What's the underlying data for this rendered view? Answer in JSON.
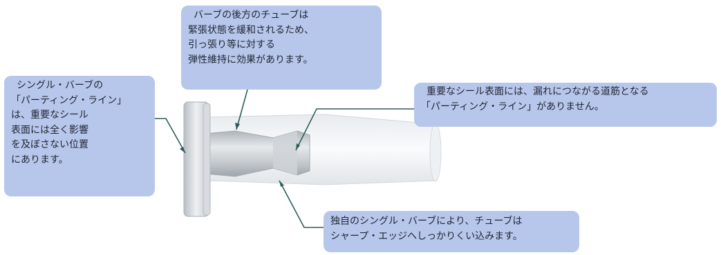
{
  "callouts": {
    "top": {
      "lines": [
        "バーブの後方のチューブは",
        "緊張状態を緩和されるため、",
        "引っ張り等に対する",
        "弾性維持に効果があります。"
      ]
    },
    "left": {
      "lines": [
        "シングル・バーブの",
        "「パーティング・ライン」",
        "は、重要なシール",
        "表面には全く影響",
        "を及ぼさない位置",
        "にあります。"
      ]
    },
    "right": {
      "lines": [
        "重要なシール表面には、漏れにつながる道筋となる",
        "「パーティング・ライン」がありません。"
      ]
    },
    "bottom": {
      "lines": [
        "独自のシングル・バーブにより、チューブは",
        "シャープ・エッジへしっかりくい込みます。"
      ]
    }
  },
  "colors": {
    "callout_fill": "#b7c7ec",
    "leader_line": "#2e5b5a",
    "fitting_light": "#e9ecef",
    "fitting_mid": "#c9ced3",
    "fitting_dark": "#9aa1a8",
    "tube_translucent": "#f1f3f5"
  }
}
